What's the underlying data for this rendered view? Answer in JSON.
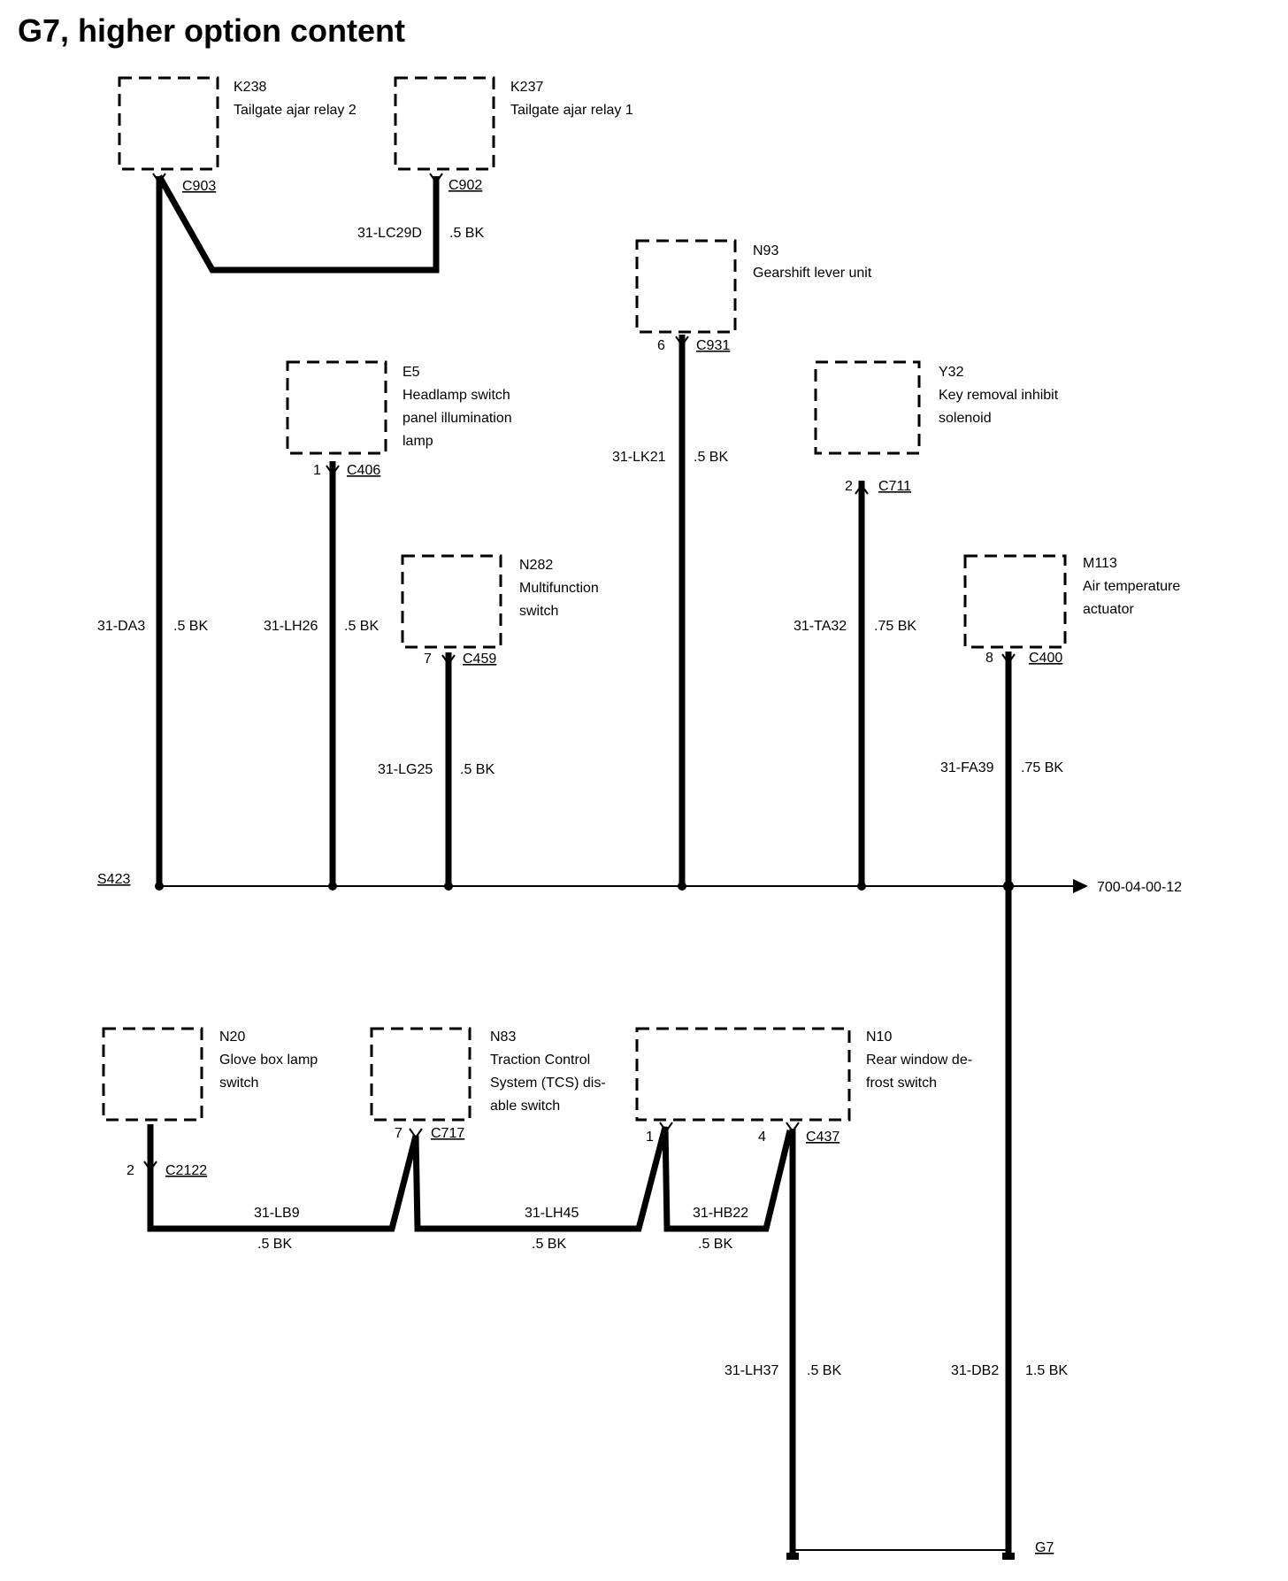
{
  "title": "G7, higher option content",
  "components": [
    {
      "id": "K238",
      "lines": [
        "Tailgate ajar relay 2"
      ],
      "connector": "C903",
      "pin": ""
    },
    {
      "id": "K237",
      "lines": [
        "Tailgate ajar relay 1"
      ],
      "connector": "C902",
      "pin": ""
    },
    {
      "id": "N93",
      "lines": [
        "Gearshift lever unit"
      ],
      "connector": "C931",
      "pin": "6"
    },
    {
      "id": "E5",
      "lines": [
        "Headlamp switch",
        "panel illumination",
        "lamp"
      ],
      "connector": "C406",
      "pin": "1"
    },
    {
      "id": "Y32",
      "lines": [
        "Key removal inhibit",
        "solenoid"
      ],
      "connector": "C711",
      "pin": "2"
    },
    {
      "id": "N282",
      "lines": [
        "Multifunction",
        "switch"
      ],
      "connector": "C459",
      "pin": "7"
    },
    {
      "id": "M113",
      "lines": [
        "Air temperature",
        "actuator"
      ],
      "connector": "C400",
      "pin": "8"
    },
    {
      "id": "N20",
      "lines": [
        "Glove box lamp",
        "switch"
      ],
      "connector": "C2122",
      "pin": "2"
    },
    {
      "id": "N83",
      "lines": [
        "Traction Control",
        "System (TCS) dis-",
        "able switch"
      ],
      "connector": "C717",
      "pin": "7"
    },
    {
      "id": "N10",
      "lines": [
        "Rear window de-",
        "frost switch"
      ],
      "connector": "C437",
      "pin": "1",
      "pin2": "4"
    }
  ],
  "wires": [
    {
      "code": "31-LC29D",
      "spec": ".5 BK"
    },
    {
      "code": "31-DA3",
      "spec": ".5 BK"
    },
    {
      "code": "31-LH26",
      "spec": ".5 BK"
    },
    {
      "code": "31-LG25",
      "spec": ".5 BK"
    },
    {
      "code": "31-LK21",
      "spec": ".5 BK"
    },
    {
      "code": "31-TA32",
      "spec": ".75 BK"
    },
    {
      "code": "31-FA39",
      "spec": ".75 BK"
    },
    {
      "code": "31-LB9",
      "spec": ".5 BK"
    },
    {
      "code": "31-LH45",
      "spec": ".5 BK"
    },
    {
      "code": "31-HB22",
      "spec": ".5 BK"
    },
    {
      "code": "31-LH37",
      "spec": ".5 BK"
    },
    {
      "code": "31-DB2",
      "spec": "1.5 BK"
    }
  ],
  "splice": "S423",
  "reference": "700-04-00-12",
  "ground": "G7"
}
